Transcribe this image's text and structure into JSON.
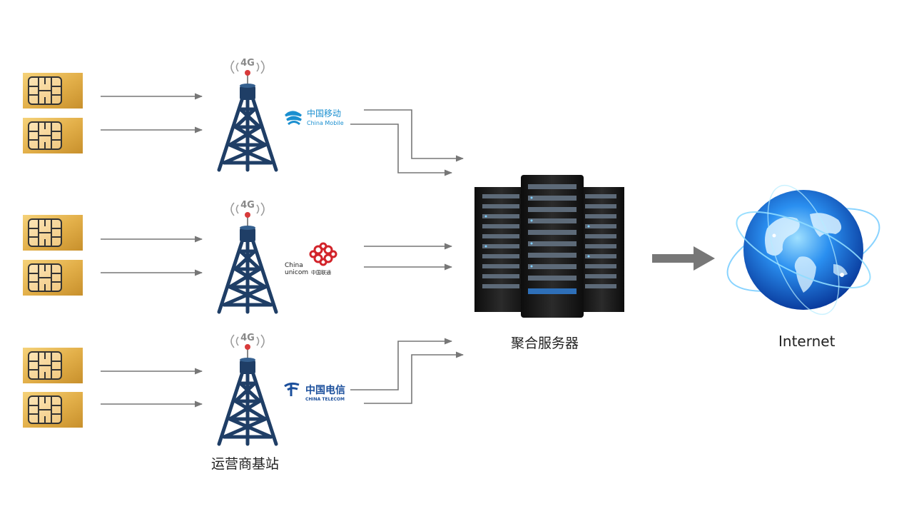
{
  "labels": {
    "base_station": "运营商基站",
    "server": "聚合服务器",
    "internet": "Internet"
  },
  "tower_badge": "4G",
  "carriers": {
    "mobile": {
      "cn": "中国移动",
      "en": "China Mobile",
      "color": "#1a8fd0"
    },
    "unicom": {
      "en_top": "China",
      "en_bottom": "unicom",
      "cn": "中国联通",
      "color": "#d2232a"
    },
    "telecom": {
      "cn": "中国电信",
      "en": "CHINA TELECOM",
      "color": "#1b4f9c"
    }
  },
  "colors": {
    "sim_gold": "#e3b04a",
    "tower": "#1f3e66",
    "arrow": "#777777",
    "server_dark": "#1c1c1c",
    "globe_blue": "#1f7be0"
  }
}
